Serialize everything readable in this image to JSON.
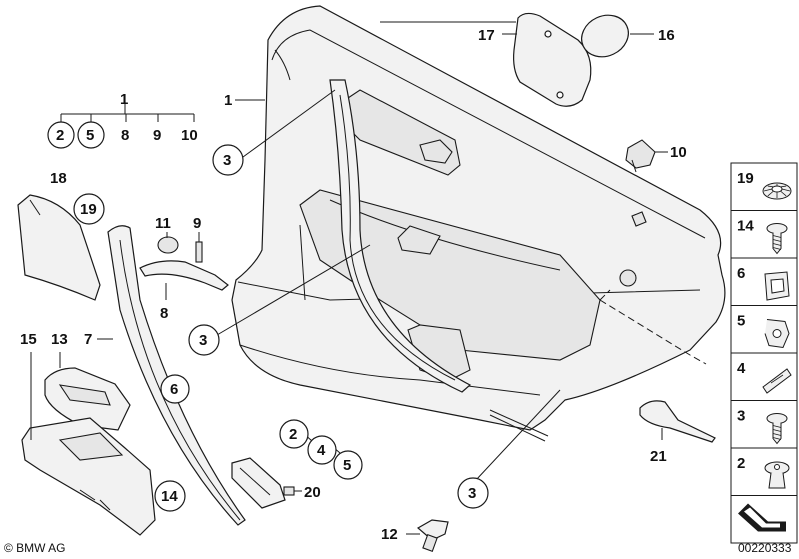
{
  "diagram": {
    "labels": {
      "n1_top": "1",
      "n2_group": "2",
      "n5_group": "5",
      "n8_group": "8",
      "n9_group": "9",
      "n10_group": "10",
      "n1_door": "1",
      "n3_upper": "3",
      "n17": "17",
      "n16": "16",
      "n10_clip": "10",
      "n18": "18",
      "n19_trim": "19",
      "n11": "11",
      "n9_pin": "9",
      "n8_handle": "8",
      "n7": "7",
      "n3_mid": "3",
      "n6_strip": "6",
      "n15": "15",
      "n13": "13",
      "n14_holder": "14",
      "n2_low": "2",
      "n4_low": "4",
      "n5_low": "5",
      "n20": "20",
      "n3_low": "3",
      "n12": "12",
      "n21": "21"
    },
    "sidebar": [
      {
        "num": "19",
        "icon": "push-nut-icon"
      },
      {
        "num": "14",
        "icon": "screw-icon"
      },
      {
        "num": "6",
        "icon": "clip-icon"
      },
      {
        "num": "5",
        "icon": "clip-nut-icon"
      },
      {
        "num": "4",
        "icon": "spring-clip-icon"
      },
      {
        "num": "3",
        "icon": "screw-icon"
      },
      {
        "num": "2",
        "icon": "expanding-rivet-icon"
      },
      {
        "num": "",
        "icon": "arrow-icon"
      }
    ],
    "footer": {
      "brand": "© BMW AG",
      "code": "00220333"
    }
  }
}
